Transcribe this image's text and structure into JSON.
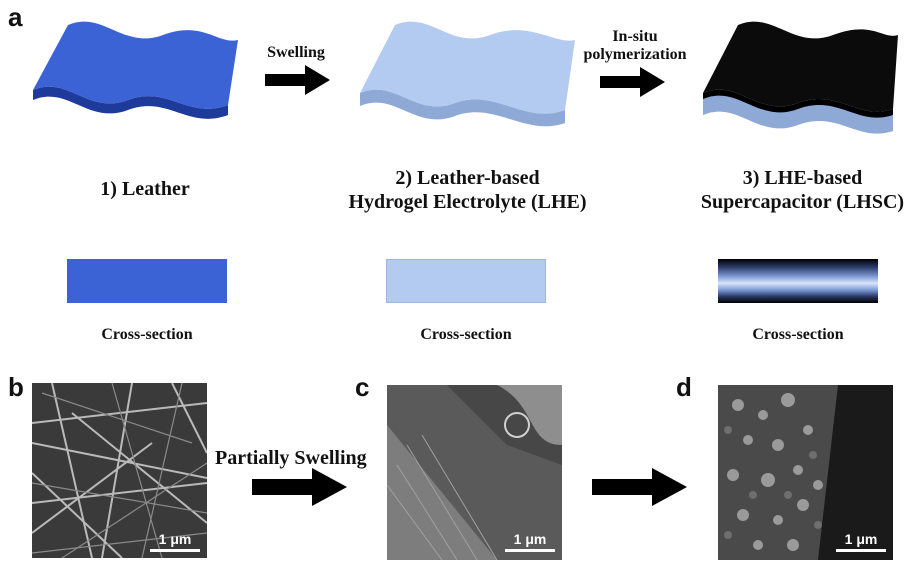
{
  "panels": {
    "a": "a",
    "b": "b",
    "c": "c",
    "d": "d"
  },
  "top_row": {
    "arrow1_label": "Swelling",
    "arrow2_label_line1": "In-situ",
    "arrow2_label_line2": "polymerization",
    "stage1": {
      "label": "1) Leather",
      "cross_section": "Cross-section",
      "color": "#3b63d6"
    },
    "stage2": {
      "label_line1": "2) Leather-based",
      "label_line2": "Hydrogel Electrolyte (LHE)",
      "cross_section": "Cross-section",
      "color": "#aac4ee"
    },
    "stage3": {
      "label_line1": "3) LHE-based",
      "label_line2": "Supercapacitor (LHSC)",
      "cross_section": "Cross-section",
      "color": "#111111"
    }
  },
  "bottom_row": {
    "arrow1_label": "Partially Swelling",
    "scale_b": "1 μm",
    "scale_c": "1 μm",
    "scale_d": "1 μm"
  }
}
